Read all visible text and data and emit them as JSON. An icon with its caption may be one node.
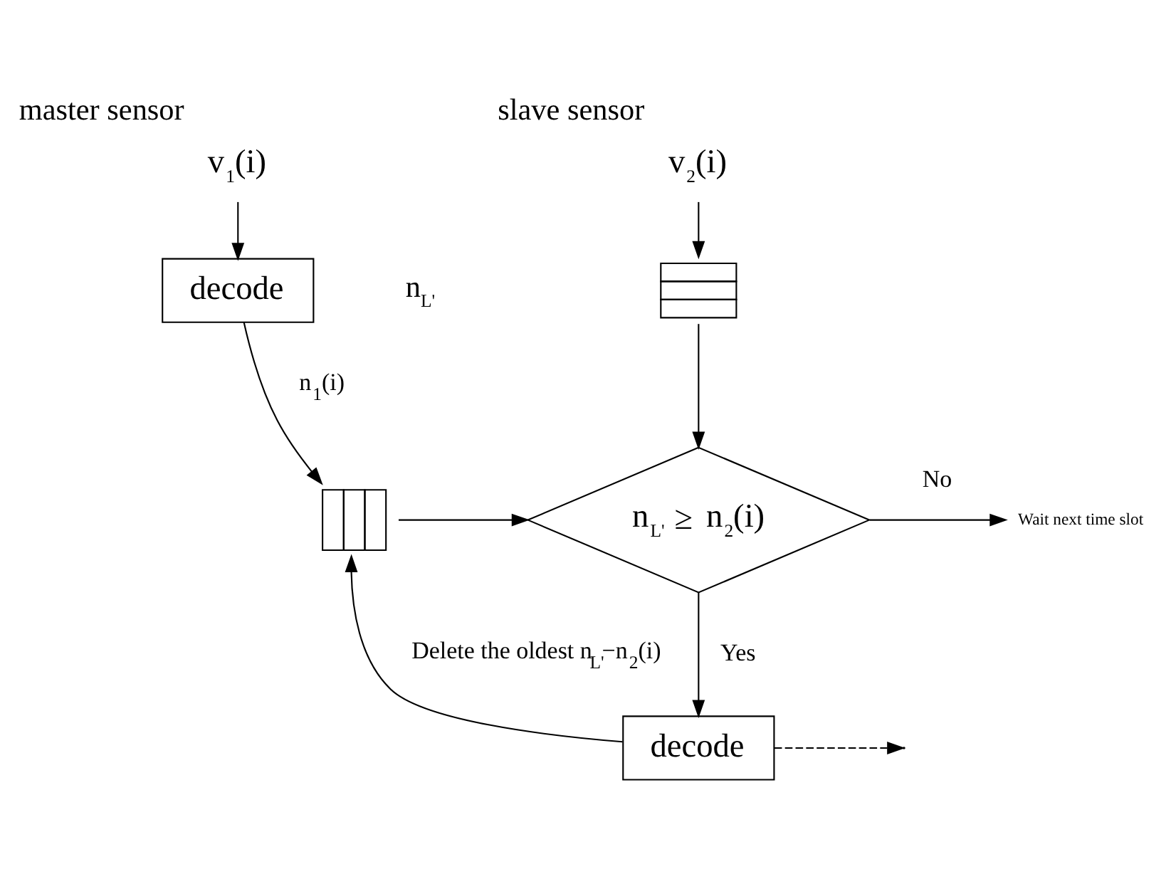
{
  "diagram": {
    "nodes": [
      {
        "text": [
          "v$_{1}$(i)"
        ],
        "beside": [
          "master sensor"
        ]
      },
      {
        "text": [
          "decode"
        ]
      },
      {
        "text": [],
        "shape": "box"
      },
      {
        "text": [
          "v$_{2}$(i)"
        ],
        "beside": [
          "slave sensor"
        ]
      },
      {
        "text": [],
        "shape": "box"
      },
      {
        "text": [
          "n$_{L'}$ ≥ n$_{2}$(i)"
        ]
      },
      {
        "text": [
          "Wait next time slot"
        ]
      },
      {
        "text": [
          "decode"
        ]
      }
    ],
    "edges": [
      {
        "from": 0,
        "to": 1,
        "arrow": "to"
      },
      {
        "from": 1,
        "to": 2,
        "arrow": "to",
        "label": "n$_{1}$(i)"
      },
      {
        "from": 3,
        "to": 4,
        "arrow": "to"
      },
      {
        "from": 4,
        "to": 5,
        "arrow": "to"
      },
      {
        "from": 2,
        "to": 5,
        "arrow": "to"
      },
      {
        "from": 5,
        "to": 6,
        "arrow": "to",
        "label": "No"
      },
      {
        "from": 5,
        "to": 7,
        "arrow": "to",
        "label": "Yes"
      },
      {
        "from": 7,
        "to": 2,
        "arrow": "to",
        "label": "Delete the oldest n$_{L'}$−n$_{2}$(i)"
      },
      {
        "from": 7,
        "to": null,
        "arrow": "to",
        "style": "dashed"
      }
    ],
    "labels": [
      "n$_{L'}$"
    ]
  }
}
